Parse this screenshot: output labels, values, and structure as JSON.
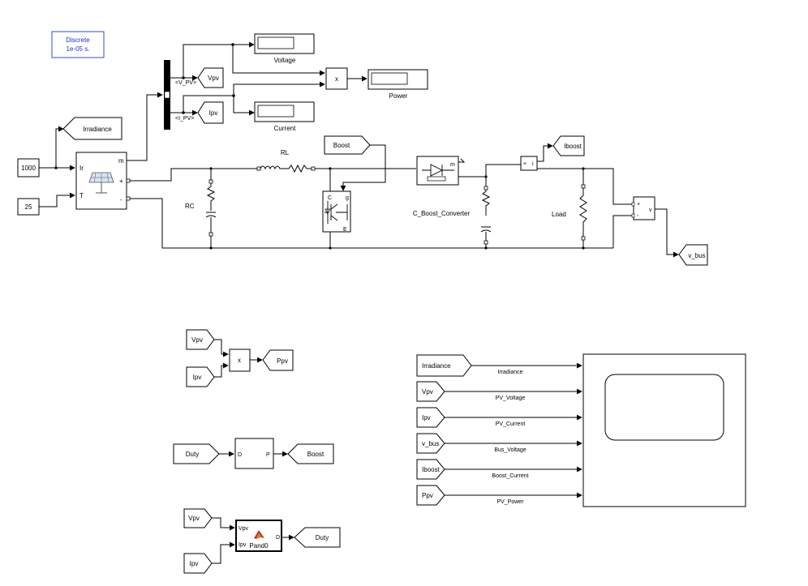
{
  "solver": {
    "line1": "Discrete",
    "line2": "1e-05 s."
  },
  "constants": {
    "irradiance_value": "1000",
    "temperature_value": "25"
  },
  "pv_array": {
    "port_ir": "Ir",
    "port_t": "T",
    "port_m": "m",
    "port_plus": "+",
    "port_minus": "-"
  },
  "bus": {
    "vpv_signal": "<V_PV>",
    "ipv_signal": "<I_PV>"
  },
  "gotos": {
    "irradiance": "Irradiance",
    "vpv": "Vpv",
    "ipv": "Ipv",
    "iboost": "Iboost",
    "vbus": "v_bus",
    "ppv": "Ppv",
    "boost": "Boost",
    "duty": "Duty"
  },
  "froms": {
    "boost": "Boost",
    "vpv": "Vpv",
    "ipv": "Ipv",
    "duty": "Duty",
    "irradiance": "Irradiance",
    "vbus": "v_bus",
    "iboost": "Iboost",
    "ppv": "Ppv"
  },
  "displays": {
    "voltage": "Voltage",
    "power": "Power",
    "current": "Current"
  },
  "product_symbol": "x",
  "components": {
    "rl": "RL",
    "rc": "RC",
    "c_boost": "C_Boost_Converter",
    "load": "Load",
    "igbt_g": "g",
    "igbt_c": "C",
    "igbt_e": "E",
    "diode_m": "m",
    "cm_i": "i",
    "vm_v": "v"
  },
  "pwm": {
    "port_d": "D",
    "port_p": "P"
  },
  "mppt": {
    "in_vpv": "Vpv",
    "in_ipv": "Ipv",
    "out_d": "D",
    "name": "Pand0"
  },
  "scope_signals": [
    "Irradiance",
    "PV_Voltage",
    "PV_Current",
    "Bus_Voltage",
    "Boost_Current",
    "PV_Power"
  ]
}
